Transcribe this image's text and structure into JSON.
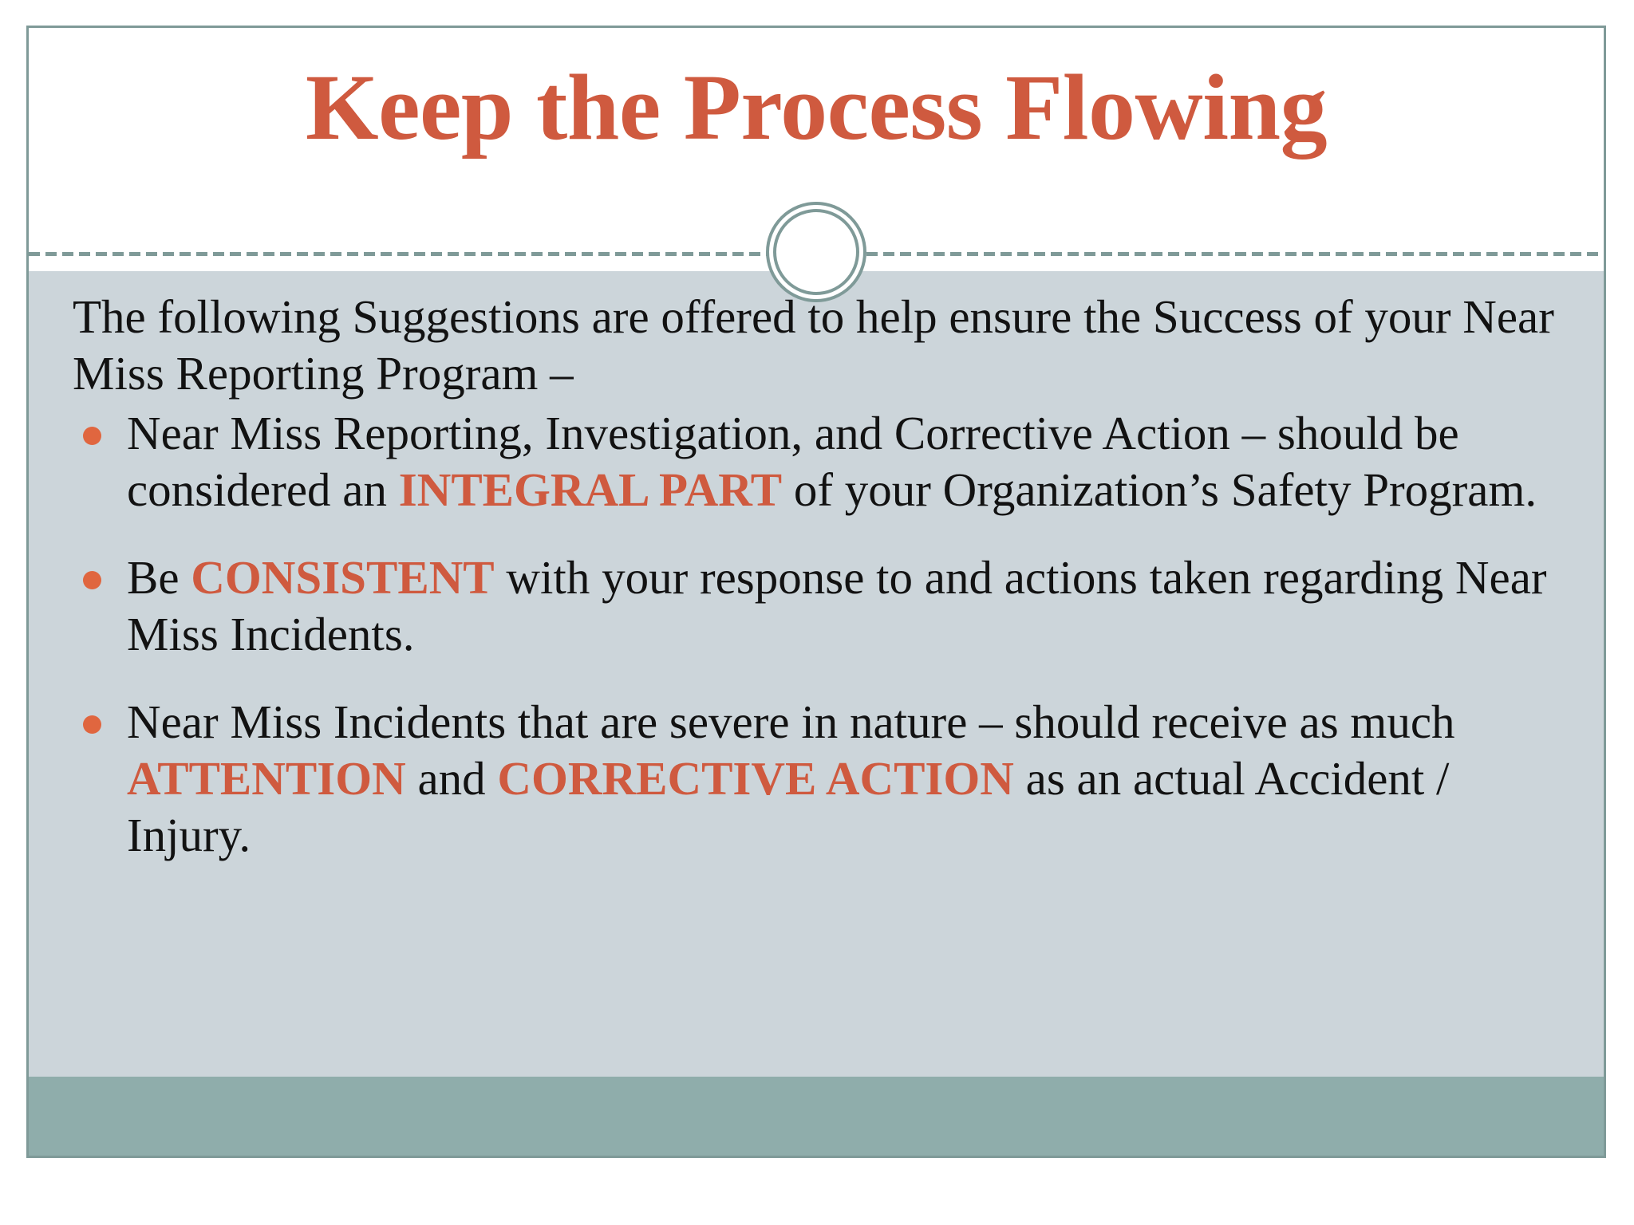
{
  "slide": {
    "title": "Keep the Process Flowing",
    "intro": "The following Suggestions are offered to help ensure the Success of your Near Miss Reporting Program –",
    "bullets": [
      {
        "segments": [
          {
            "text": "Near Miss Reporting, Investigation, and Corrective Action – should be considered an ",
            "emphasis": false
          },
          {
            "text": "INTEGRAL PART",
            "emphasis": true
          },
          {
            "text": " of your Organization’s Safety Program.",
            "emphasis": false
          }
        ]
      },
      {
        "segments": [
          {
            "text": "Be ",
            "emphasis": false
          },
          {
            "text": "CONSISTENT",
            "emphasis": true
          },
          {
            "text": " with your response to and actions taken regarding Near Miss Incidents.",
            "emphasis": false
          }
        ]
      },
      {
        "segments": [
          {
            "text": "Near Miss Incidents that are severe in nature – should receive as much ",
            "emphasis": false
          },
          {
            "text": "ATTENTION",
            "emphasis": true
          },
          {
            "text": " and ",
            "emphasis": false
          },
          {
            "text": "CORRECTIVE ACTION",
            "emphasis": true
          },
          {
            "text": " as an actual Accident / Injury.",
            "emphasis": false
          }
        ]
      }
    ],
    "colors": {
      "title_accent": "#cf5a3f",
      "emphasis_accent": "#cf5a3f",
      "bullet_dot": "#e0663f",
      "content_background": "#ccd5da",
      "footer_bar": "#8fadab",
      "frame_border": "#7f9a98",
      "body_text": "#121212"
    }
  }
}
